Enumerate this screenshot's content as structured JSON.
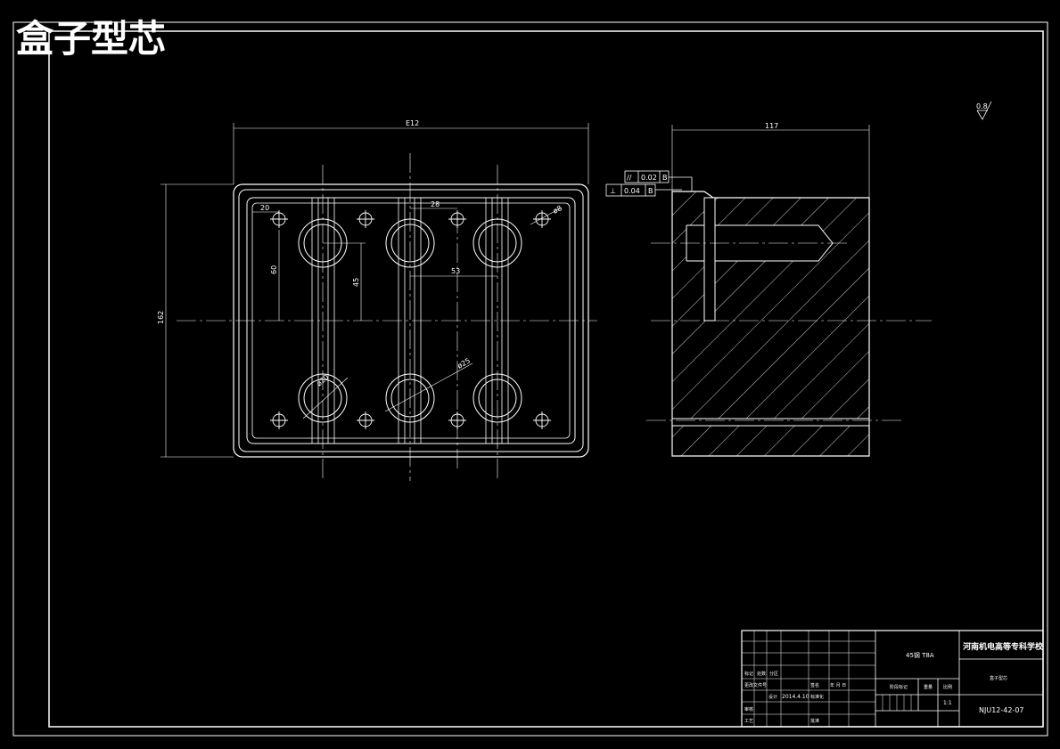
{
  "header": {
    "title": "盒子型芯",
    "color": "#ffff00"
  },
  "colors": {
    "line": "#ffffff",
    "background": "#000000"
  },
  "front_view": {
    "width_label": "E12",
    "height_label": "162",
    "dim_20": "20",
    "dim_28": "28",
    "dim_60": "60",
    "dim_45": "45",
    "dim_53": "53",
    "dia_small": "ø8",
    "dia_mid": "ø20",
    "dia_large": "ø25"
  },
  "side_view": {
    "width_label": "117",
    "tolerance_parallel": {
      "symbol": "//",
      "value": "0.02",
      "datum": "B"
    },
    "tolerance_perp": {
      "symbol": "⊥",
      "value": "0.04",
      "datum": "B"
    }
  },
  "roughness": {
    "value": "0.8"
  },
  "title_block": {
    "material": "45钢  T8A",
    "school": "河南机电高等专科学校",
    "part_name": "盒子型芯",
    "date": "2014.4.10",
    "drawing_no": "NJU12-42-07",
    "scale": "1:1",
    "cells": {
      "mark": "标记",
      "count": "处数",
      "zone": "分区",
      "change_doc": "更改文件号",
      "sign": "签名",
      "ymd": "年 月 日",
      "design": "设计",
      "standardize": "标准化",
      "review": "审核",
      "process": "工艺",
      "approve": "批准",
      "stage_mark": "阶段标记",
      "weight": "重量",
      "ratio": "比例"
    }
  }
}
